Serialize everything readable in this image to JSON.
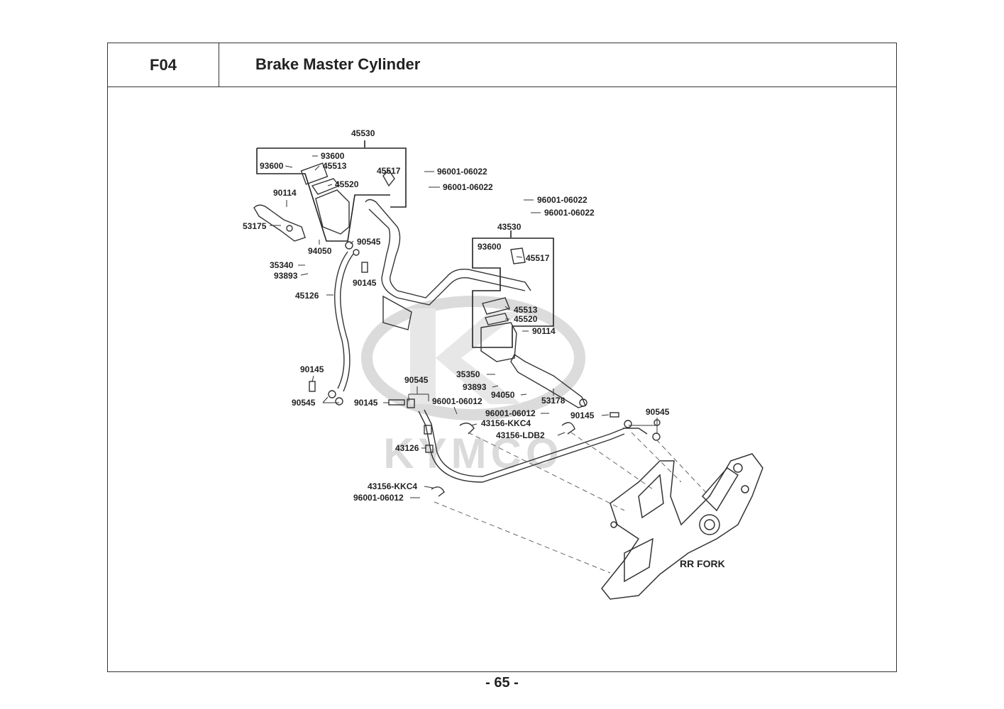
{
  "header": {
    "section_code": "F04",
    "title": "Brake Master Cylinder"
  },
  "watermark": {
    "brand": "KYMCO"
  },
  "diagram": {
    "labels": {
      "p45530": "45530",
      "p93600_a": "93600",
      "p93600_b": "93600",
      "p45513_a": "45513",
      "p45520_a": "45520",
      "p45517_a": "45517",
      "p96001_06022_a": "96001-06022",
      "p96001_06022_b": "96001-06022",
      "p90114_a": "90114",
      "p53175": "53175",
      "p94050_a": "94050",
      "p90545_a": "90545",
      "p35340": "35340",
      "p93893_a": "93893",
      "p90145_a": "90145",
      "p45126": "45126",
      "p96001_06022_c": "96001-06022",
      "p96001_06022_d": "96001-06022",
      "p43530": "43530",
      "p93600_c": "93600",
      "p45517_b": "45517",
      "p45513_b": "45513",
      "p45520_b": "45520",
      "p90114_b": "90114",
      "p90145_b": "90145",
      "p90545_b": "90545",
      "p35350": "35350",
      "p93893_b": "93893",
      "p94050_b": "94050",
      "p53178": "53178",
      "p90545_c": "90545",
      "p90145_c": "90145",
      "p96001_06012_a": "96001-06012",
      "p96001_06012_b": "96001-06012",
      "p43156_kkc4_a": "43156-KKC4",
      "p43156_ldb2": "43156-LDB2",
      "p90145_d": "90145",
      "p90545_d": "90545",
      "p43126": "43126",
      "p43156_kkc4_b": "43156-KKC4",
      "p96001_06012_c": "96001-06012",
      "rr_fork": "RR FORK"
    }
  },
  "footer": {
    "page_number": "- 65 -"
  }
}
